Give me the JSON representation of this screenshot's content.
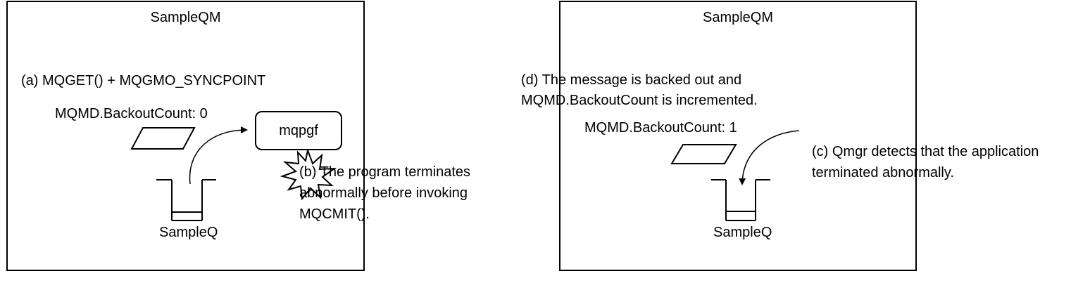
{
  "left_panel": {
    "title": "SampleQM",
    "step_a": "(a) MQGET() + MQGMO_SYNCPOINT",
    "backout_count": "MQMD.BackoutCount: 0",
    "program_label": "mqpgf",
    "step_b_line1": "(b) The program terminates",
    "step_b_line2": "abnormally before invoking",
    "step_b_line3": "MQCMIT().",
    "queue_label": "SampleQ"
  },
  "right_panel": {
    "title": "SampleQM",
    "step_d_line1": "(d) The message is backed out and",
    "step_d_line2": "MQMD.BackoutCount is incremented.",
    "backout_count": "MQMD.BackoutCount: 1",
    "step_c_line1": "(c) Qmgr detects that the application",
    "step_c_line2": "terminated abnormally.",
    "queue_label": "SampleQ"
  }
}
